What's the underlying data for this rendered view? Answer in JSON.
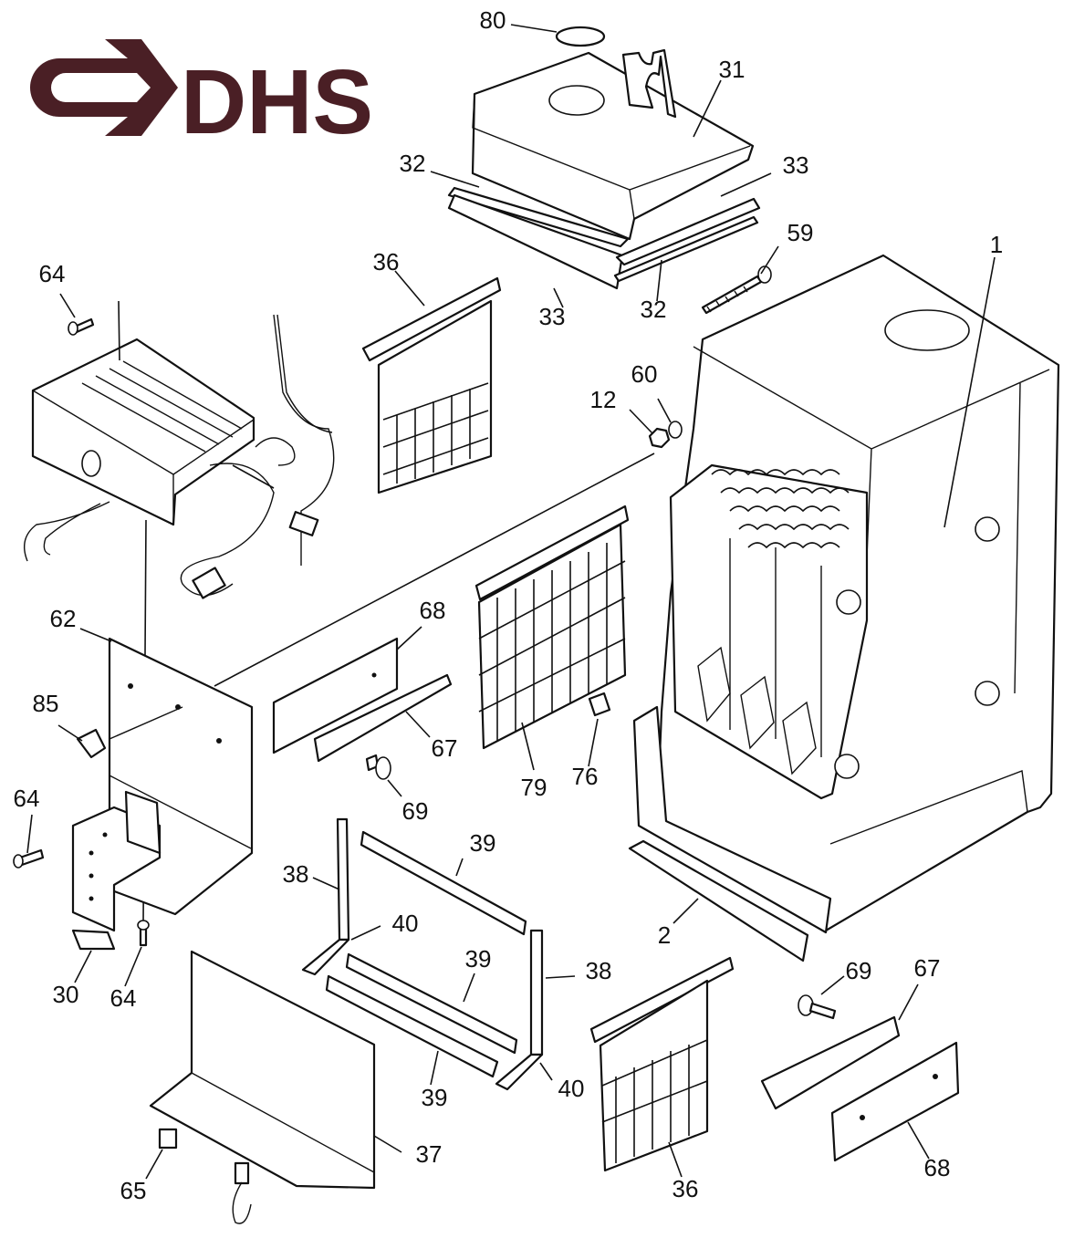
{
  "brand": {
    "logo_text": "DHS",
    "logo_color": "#4a1f25"
  },
  "callouts": [
    {
      "id": "c80",
      "label": "80"
    },
    {
      "id": "c31",
      "label": "31"
    },
    {
      "id": "c32a",
      "label": "32"
    },
    {
      "id": "c33a",
      "label": "33"
    },
    {
      "id": "c59",
      "label": "59"
    },
    {
      "id": "c1",
      "label": "1"
    },
    {
      "id": "c33b",
      "label": "33"
    },
    {
      "id": "c32b",
      "label": "32"
    },
    {
      "id": "c36a",
      "label": "36"
    },
    {
      "id": "c64a",
      "label": "64"
    },
    {
      "id": "c60",
      "label": "60"
    },
    {
      "id": "c12",
      "label": "12"
    },
    {
      "id": "c62",
      "label": "62"
    },
    {
      "id": "c68a",
      "label": "68"
    },
    {
      "id": "c85",
      "label": "85"
    },
    {
      "id": "c67a",
      "label": "67"
    },
    {
      "id": "c79",
      "label": "79"
    },
    {
      "id": "c76",
      "label": "76"
    },
    {
      "id": "c69a",
      "label": "69"
    },
    {
      "id": "c64b",
      "label": "64"
    },
    {
      "id": "c39a",
      "label": "39"
    },
    {
      "id": "c38a",
      "label": "38"
    },
    {
      "id": "c40a",
      "label": "40"
    },
    {
      "id": "c2",
      "label": "2"
    },
    {
      "id": "c30",
      "label": "30"
    },
    {
      "id": "c64c",
      "label": "64"
    },
    {
      "id": "c39b",
      "label": "39"
    },
    {
      "id": "c38b",
      "label": "38"
    },
    {
      "id": "c69b",
      "label": "69"
    },
    {
      "id": "c67b",
      "label": "67"
    },
    {
      "id": "c39c",
      "label": "39"
    },
    {
      "id": "c40b",
      "label": "40"
    },
    {
      "id": "c37",
      "label": "37"
    },
    {
      "id": "c65",
      "label": "65"
    },
    {
      "id": "c36b",
      "label": "36"
    },
    {
      "id": "c68b",
      "label": "68"
    }
  ]
}
